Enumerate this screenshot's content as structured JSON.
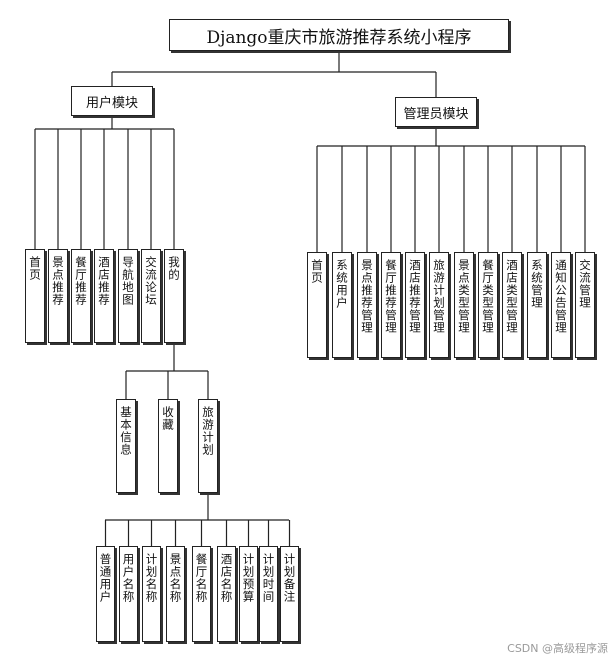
{
  "root": "Django重庆市旅游推荐系统小程序",
  "user_module": {
    "label": "用户模块",
    "children": [
      "首页",
      "景点推荐",
      "餐厅推荐",
      "酒店推荐",
      "导航地图",
      "交流论坛",
      "我的"
    ]
  },
  "mine_children": [
    "基本信息",
    "收藏",
    "旅游计划"
  ],
  "plan_children": [
    "普通用户",
    "用户名称",
    "计划名称",
    "景点名称",
    "餐厅名称",
    "酒店名称",
    "计划预算",
    "计划时间",
    "计划备注"
  ],
  "admin_module": {
    "label": "管理员模块",
    "children": [
      "首页",
      "系统用户",
      "景点推荐管理",
      "餐厅推荐管理",
      "酒店推荐管理",
      "旅游计划管理",
      "景点类型管理",
      "餐厅类型管理",
      "酒店类型管理",
      "系统管理",
      "通知公告管理",
      "交流管理"
    ]
  },
  "watermark": "CSDN @高级程序源"
}
